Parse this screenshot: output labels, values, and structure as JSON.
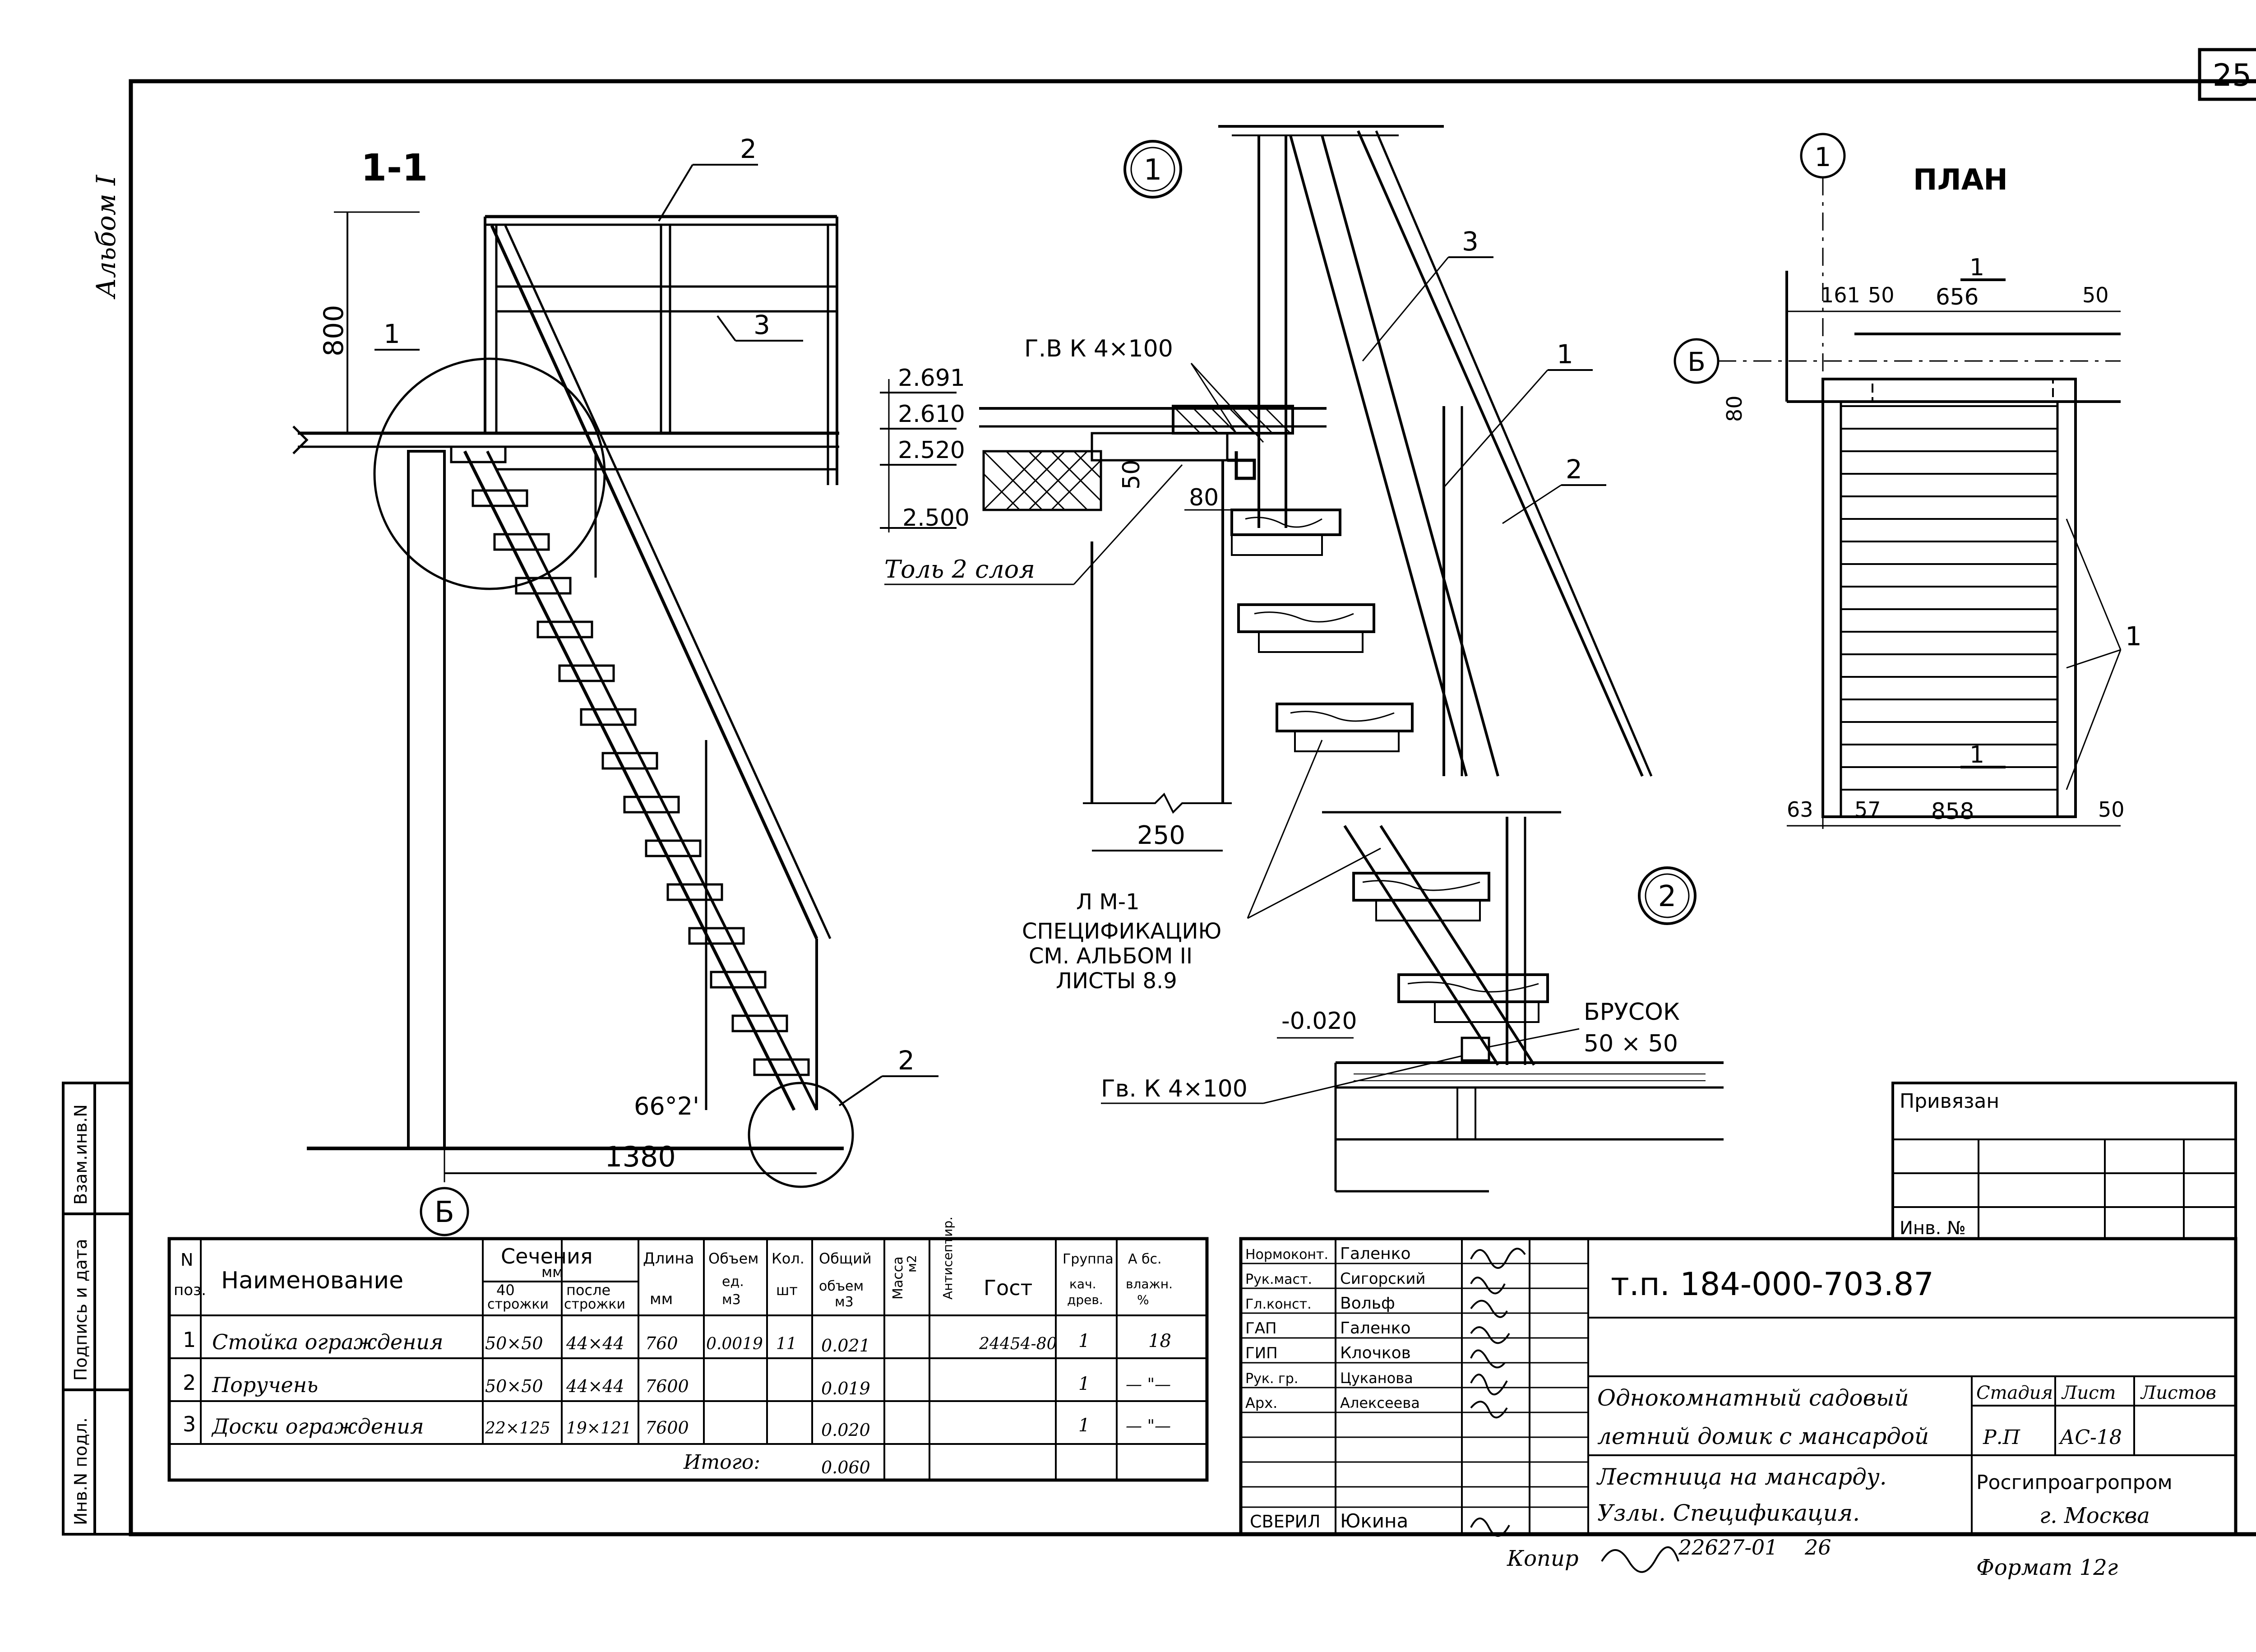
{
  "sheet": {
    "number": "25",
    "album": "Альбом I"
  },
  "drawing": {
    "section_title": "1-1",
    "plan_title": "ПЛАН",
    "callouts": [
      "1",
      "2",
      "3"
    ],
    "node_markers": [
      "1",
      "2"
    ],
    "axis_letter": "Б",
    "section_marks": [
      "1",
      "1"
    ],
    "dim_800": "800",
    "dim_1380": "1380",
    "angle": "66°2'",
    "levels": [
      "2.691",
      "2.610",
      "2.520",
      "2.500"
    ],
    "level_bottom": "-0.020",
    "fastener_top": "Г.В К 4×100",
    "fastener_bottom": "Гв. К 4×100",
    "node_dim_50": "50",
    "node_dim_80": "80",
    "node_dim_250": "250",
    "roofing": "Толь 2 слоя",
    "lm1_lines": [
      "Л М-1",
      "СПЕЦИФИКАЦИЮ",
      "СМ. АЛЬБОМ II",
      "ЛИСТЫ 8.9"
    ],
    "brusok_lines": [
      "БРУСОК",
      "50 × 50"
    ],
    "plan_dims_top": [
      "161",
      "50",
      "656",
      "50"
    ],
    "plan_dim_80": "80",
    "plan_dims_bottom": [
      "63",
      "57",
      "858",
      "50"
    ]
  },
  "spec_table": {
    "headers": {
      "pos": [
        "N",
        "поз."
      ],
      "name": "Наименование",
      "section": [
        "Сечения",
        "мм"
      ],
      "sec_before": [
        "40",
        "строжки"
      ],
      "sec_after": [
        "после",
        "строжки"
      ],
      "length": [
        "Длина",
        "мм"
      ],
      "vol_unit": [
        "Объем",
        "ед.",
        "м3"
      ],
      "qty": [
        "Кол.",
        "шт"
      ],
      "vol_total": [
        "Общий",
        "объем",
        "м3"
      ],
      "mass": [
        "Масса",
        "м2"
      ],
      "antisept": [
        "Антисептир."
      ],
      "gost": "Гост",
      "group": [
        "Группа",
        "кач.",
        "древ."
      ],
      "moisture": [
        "А бс.",
        "влажн.",
        "%"
      ]
    },
    "rows": [
      {
        "pos": "1",
        "name": "Стойка ограждения",
        "before": "50×50",
        "after": "44×44",
        "length": "760",
        "vol_unit": "0.0019",
        "qty": "11",
        "vol_total": "0.021",
        "gost": "24454-80",
        "group": "1",
        "moisture": "18"
      },
      {
        "pos": "2",
        "name": "Поручень",
        "before": "50×50",
        "after": "44×44",
        "length": "7600",
        "vol_unit": "",
        "qty": "",
        "vol_total": "0.019",
        "gost": "",
        "group": "1",
        "moisture": "— \"—"
      },
      {
        "pos": "3",
        "name": "Доски ограждения",
        "before": "22×125",
        "after": "19×121",
        "length": "7600",
        "vol_unit": "",
        "qty": "",
        "vol_total": "0.020",
        "gost": "",
        "group": "1",
        "moisture": "— \"—"
      }
    ],
    "total_label": "Итого:",
    "total_value": "0.060"
  },
  "side_stamp": [
    "Инв.N подл.",
    "Подпись и дата",
    "Взам.инв.N"
  ],
  "privyazan": {
    "label": "Привязан",
    "inv": "Инв. №"
  },
  "title_block": {
    "roles": [
      "Нормоконт.",
      "Рук.маст.",
      "Гл.конст.",
      "ГАП",
      "ГИП",
      "Рук. гр.",
      "Арх."
    ],
    "names": [
      "Галенко",
      "Сигорский",
      "Вольф",
      "Галенко",
      "Клочков",
      "Цуканова",
      "Алексеева"
    ],
    "checked_role": "СВЕРИЛ",
    "checked_name": "Юкина",
    "project_code": "т.п. 184-000-703.87",
    "object_lines": [
      "Однокомнатный садовый",
      "летний домик с мансардой"
    ],
    "sheet_title_lines": [
      "Лестница на мансарду.",
      "Узлы. Спецификация."
    ],
    "stage_label": "Стадия",
    "sheet_label": "Лист",
    "sheets_label": "Листов",
    "stage": "Р.П",
    "sheet": "АС-18",
    "sheets": "",
    "org_lines": [
      "Росгипроагропром",
      "г. Москва"
    ]
  },
  "footer": {
    "copy": "Копир",
    "code": "22627-01",
    "num": "26",
    "format": "Формат 12г"
  }
}
